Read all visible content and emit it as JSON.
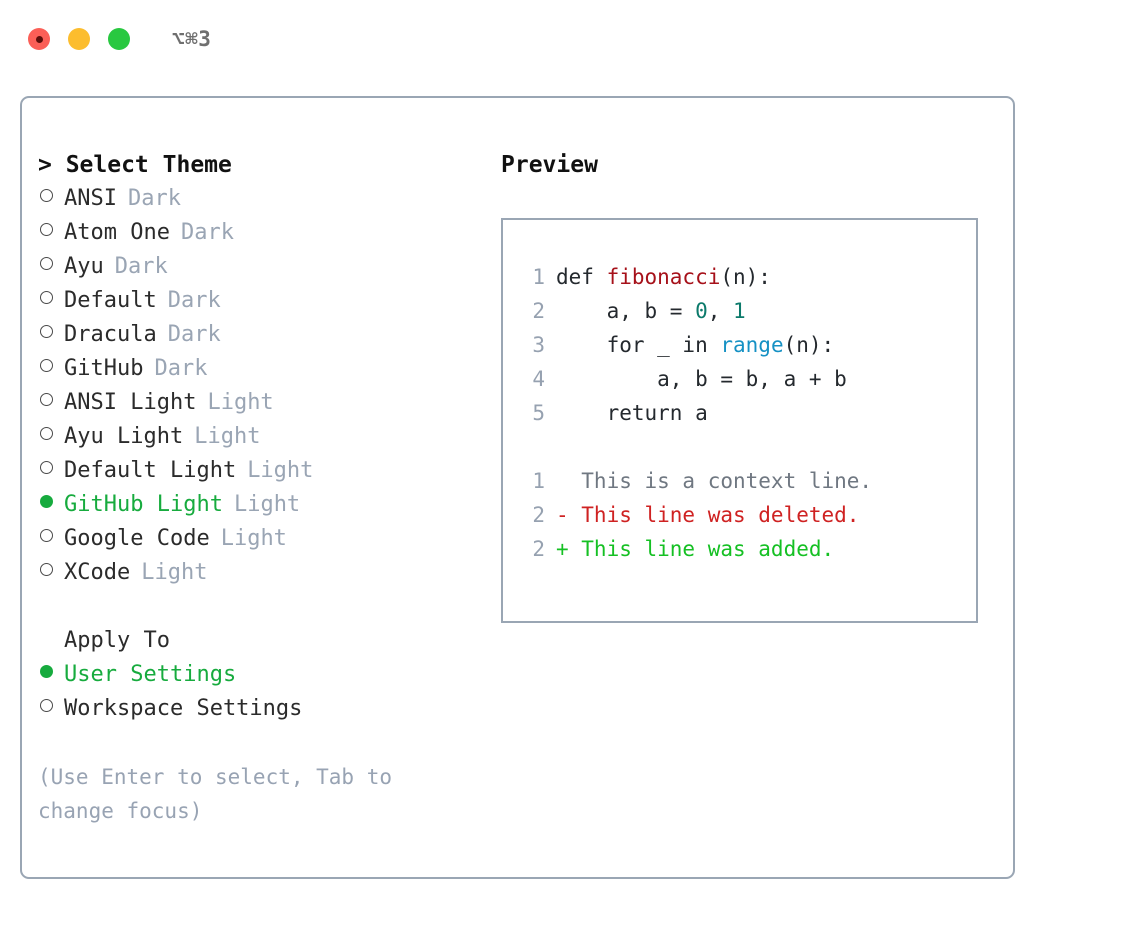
{
  "titlebar": {
    "shortcut": "⌥⌘3",
    "buttons": [
      {
        "name": "close",
        "color": "#fb5f57"
      },
      {
        "name": "minimize",
        "color": "#fcbd2e"
      },
      {
        "name": "zoom",
        "color": "#28c840"
      }
    ]
  },
  "theme_panel": {
    "header": "> Select Theme",
    "selected_color": "#17ab3e",
    "badge_color": "#9aa5b4",
    "items": [
      {
        "marker": "○",
        "label": "ANSI",
        "badge": "Dark",
        "selected": false
      },
      {
        "marker": "○",
        "label": "Atom One",
        "badge": "Dark",
        "selected": false
      },
      {
        "marker": "○",
        "label": "Ayu",
        "badge": "Dark",
        "selected": false
      },
      {
        "marker": "○",
        "label": "Default",
        "badge": "Dark",
        "selected": false
      },
      {
        "marker": "○",
        "label": "Dracula",
        "badge": "Dark",
        "selected": false
      },
      {
        "marker": "○",
        "label": "GitHub",
        "badge": "Dark",
        "selected": false
      },
      {
        "marker": "○",
        "label": "ANSI Light",
        "badge": "Light",
        "selected": false
      },
      {
        "marker": "○",
        "label": "Ayu Light",
        "badge": "Light",
        "selected": false
      },
      {
        "marker": "○",
        "label": "Default Light",
        "badge": "Light",
        "selected": false
      },
      {
        "marker": "●",
        "label": "GitHub Light",
        "badge": "Light",
        "selected": true
      },
      {
        "marker": "○",
        "label": "Google Code",
        "badge": "Light",
        "selected": false
      },
      {
        "marker": "○",
        "label": "XCode",
        "badge": "Light",
        "selected": false
      }
    ]
  },
  "apply_to": {
    "title": "Apply To",
    "items": [
      {
        "marker": "●",
        "label": "User Settings",
        "selected": true
      },
      {
        "marker": "○",
        "label": "Workspace Settings",
        "selected": false
      }
    ]
  },
  "hint": "(Use Enter to select, Tab to change focus)",
  "preview": {
    "header": "Preview",
    "code_lines": [
      {
        "no": "1",
        "tokens": [
          {
            "t": "def ",
            "c": "tok-def"
          },
          {
            "t": "fibonacci",
            "c": "tok-fn"
          },
          {
            "t": "(n):",
            "c": "tok-plain"
          }
        ]
      },
      {
        "no": "2",
        "tokens": [
          {
            "t": "    a, b = ",
            "c": "tok-plain"
          },
          {
            "t": "0",
            "c": "tok-num"
          },
          {
            "t": ", ",
            "c": "tok-plain"
          },
          {
            "t": "1",
            "c": "tok-num"
          }
        ]
      },
      {
        "no": "3",
        "tokens": [
          {
            "t": "    for _ in ",
            "c": "tok-plain"
          },
          {
            "t": "range",
            "c": "tok-call"
          },
          {
            "t": "(n):",
            "c": "tok-plain"
          }
        ]
      },
      {
        "no": "4",
        "tokens": [
          {
            "t": "        a, b = b, a + b",
            "c": "tok-plain"
          }
        ]
      },
      {
        "no": "5",
        "tokens": [
          {
            "t": "    return a",
            "c": "tok-plain"
          }
        ]
      }
    ],
    "diff_lines": [
      {
        "no": "1",
        "text": "  This is a context line.",
        "kind": "diff-context"
      },
      {
        "no": "2",
        "text": "- This line was deleted.",
        "kind": "diff-del"
      },
      {
        "no": "2",
        "text": "+ This line was added.",
        "kind": "diff-add"
      }
    ],
    "colors": {
      "function": "#a6111a",
      "number": "#0c7a6b",
      "builtin": "#1691c4",
      "text": "#24292e",
      "lineno": "#96a1b0",
      "diff_added": "#15c023",
      "diff_deleted": "#cf2222",
      "diff_context": "#6f7781",
      "border": "#9aa6b4"
    }
  }
}
